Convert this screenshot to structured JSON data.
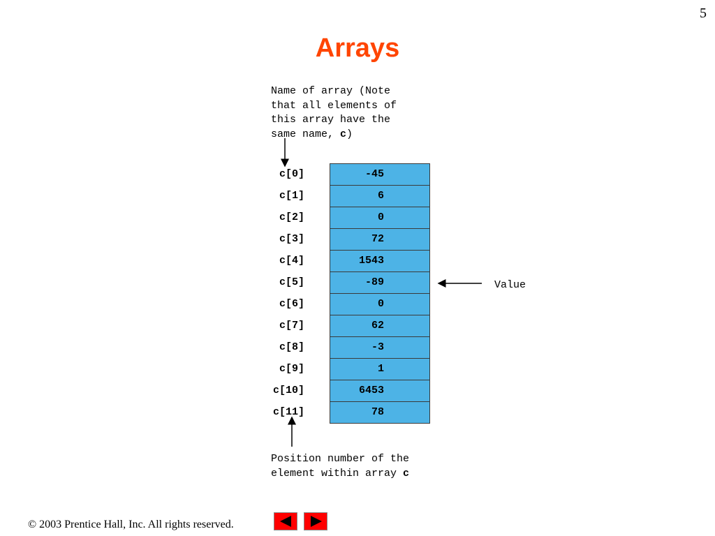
{
  "slide": {
    "page_number": "5",
    "title": "Arrays",
    "title_color": "#ff4500"
  },
  "annotations": {
    "name_note": "Name of array (Note\nthat all elements of\nthis array have the\nsame name, ",
    "name_note_bold": "c",
    "name_note_end": ")",
    "position_note": "Position number of the\nelement within array ",
    "position_note_bold": "c",
    "value_label": "Value"
  },
  "array": {
    "cell_color": "#4db3e6",
    "elements": [
      {
        "label": "c[0]",
        "value": "-45"
      },
      {
        "label": "c[1]",
        "value": "6"
      },
      {
        "label": "c[2]",
        "value": "0"
      },
      {
        "label": "c[3]",
        "value": "72"
      },
      {
        "label": "c[4]",
        "value": "1543"
      },
      {
        "label": "c[5]",
        "value": "-89"
      },
      {
        "label": "c[6]",
        "value": "0"
      },
      {
        "label": "c[7]",
        "value": "62"
      },
      {
        "label": "c[8]",
        "value": "-3"
      },
      {
        "label": "c[9]",
        "value": "1"
      },
      {
        "label": "c[10]",
        "value": "6453"
      },
      {
        "label": "c[11]",
        "value": "78"
      }
    ]
  },
  "footer": {
    "copyright": "© 2003 Prentice Hall, Inc.  All rights reserved.",
    "prev_icon": "left-triangle-icon",
    "next_icon": "right-triangle-icon",
    "nav_color": "#ff0000"
  }
}
